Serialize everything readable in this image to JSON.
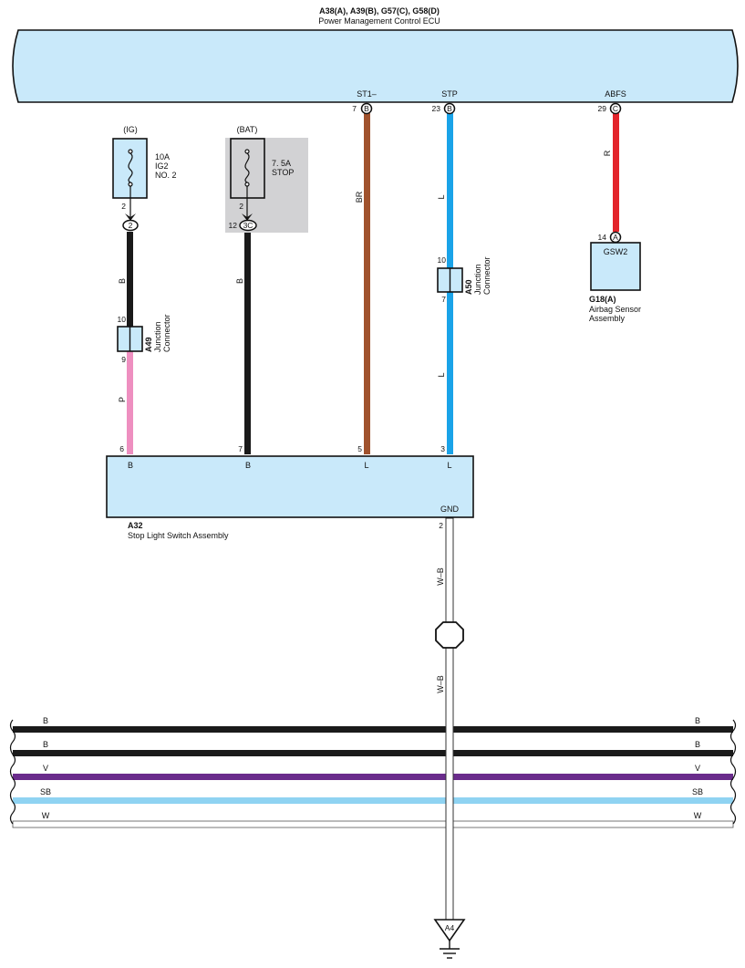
{
  "ecu": {
    "ref": "A38(A), A39(B), G57(C), G58(D)",
    "name": "Power Management Control ECU",
    "terminals": [
      {
        "name": "ST1–",
        "pin": "7",
        "conn": "B",
        "wire": "BR"
      },
      {
        "name": "STP",
        "pin": "23",
        "conn": "B",
        "wire": "L"
      },
      {
        "name": "ABFS",
        "pin": "29",
        "conn": "C",
        "wire": "R"
      }
    ]
  },
  "fuses": [
    {
      "source": "(IG)",
      "rating": "10A",
      "name_line1": "IG2",
      "name_line2": "NO. 2",
      "out_pin": "2",
      "conn": "2",
      "conn_pin": "",
      "wire": "B"
    },
    {
      "source": "(BAT)",
      "rating": "7. 5A",
      "name_line1": "STOP",
      "name_line2": "",
      "out_pin": "2",
      "conn": "3C",
      "conn_pin": "12",
      "wire": "B"
    }
  ],
  "junctions": [
    {
      "ref": "A49",
      "line1": "Junction",
      "line2": "Connector",
      "pin_in": "10",
      "pin_out": "9",
      "wire_out": "P"
    },
    {
      "ref": "A50",
      "line1": "Junction",
      "line2": "Connector",
      "pin_in": "10",
      "pin_out": "7",
      "wire_out": "L"
    }
  ],
  "airbag": {
    "ref": "G18(A)",
    "line1": "Airbag Sensor",
    "line2": "Assembly",
    "pin": "14",
    "conn": "A",
    "terminal": "GSW2"
  },
  "switch": {
    "ref": "A32",
    "name": "Stop Light Switch Assembly",
    "pins": [
      {
        "pin": "6",
        "label": "B"
      },
      {
        "pin": "7",
        "label": "B"
      },
      {
        "pin": "5",
        "label": "L"
      },
      {
        "pin": "3",
        "label": "L"
      }
    ],
    "gnd_label": "GND",
    "gnd_pin": "2",
    "gnd_wire": "W–B"
  },
  "ground": {
    "wire": "W–B",
    "point": "A4"
  },
  "bus": [
    {
      "label": "B",
      "color": "#1a1a1a"
    },
    {
      "label": "B",
      "color": "#1a1a1a"
    },
    {
      "label": "V",
      "color": "#6a2c8c"
    },
    {
      "label": "SB",
      "color": "#8fd3f2"
    },
    {
      "label": "W",
      "color": "#ffffff"
    }
  ],
  "colors": {
    "component_fill": "#c9e9fa",
    "shade": "#d2d2d4",
    "wire_B": "#1a1a1a",
    "wire_BR": "#a0522d",
    "wire_L": "#1aa3e8",
    "wire_R": "#e3242b",
    "wire_P": "#ee8fc0",
    "wire_V": "#6a2c8c",
    "wire_SB": "#8fd3f2"
  }
}
